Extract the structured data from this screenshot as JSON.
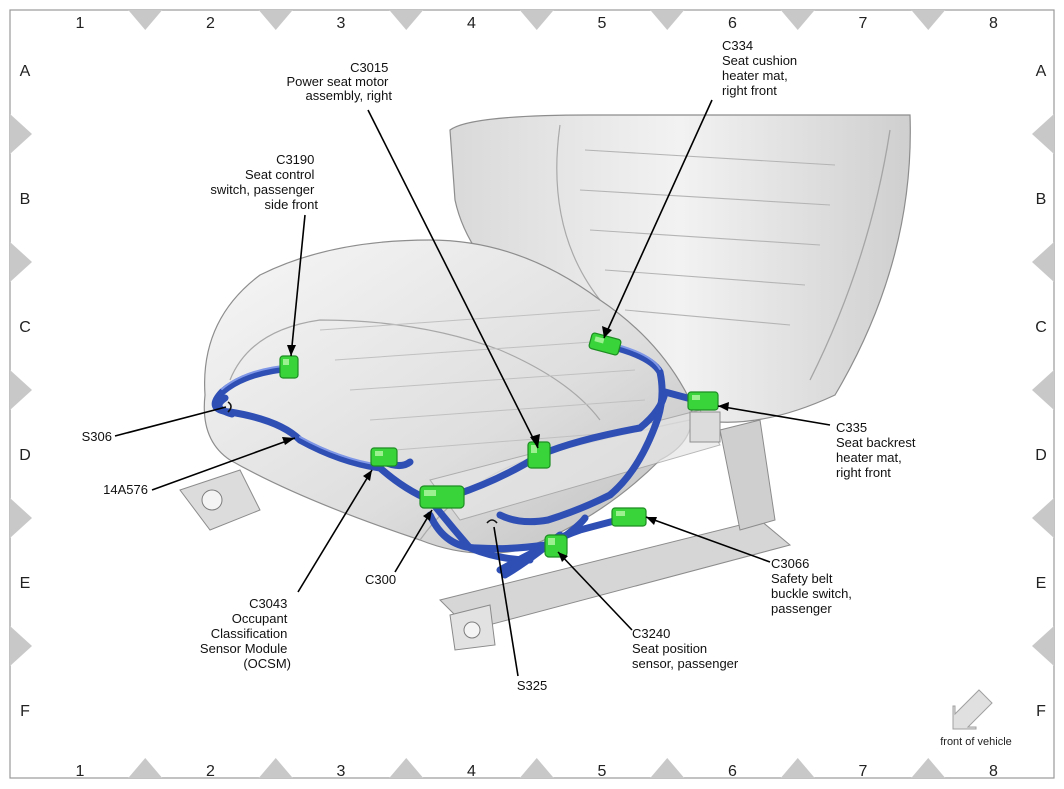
{
  "grid": {
    "columns": [
      "1",
      "2",
      "3",
      "4",
      "5",
      "6",
      "7",
      "8"
    ],
    "rows": [
      "A",
      "B",
      "C",
      "D",
      "E",
      "F"
    ]
  },
  "callouts": {
    "c3015": [
      "C3015",
      "Power seat motor",
      "assembly, right"
    ],
    "c334": [
      "C334",
      "Seat cushion",
      "heater mat,",
      "right front"
    ],
    "c3190": [
      "C3190",
      "Seat control",
      "switch, passenger",
      "side front"
    ],
    "c335": [
      "C335",
      "Seat backrest",
      "heater mat,",
      "right front"
    ],
    "s306": [
      "S306"
    ],
    "14a576": [
      "14A576"
    ],
    "c3066": [
      "C3066",
      "Safety belt",
      "buckle switch,",
      "passenger"
    ],
    "c300": [
      "C300"
    ],
    "c3043": [
      "C3043",
      "Occupant",
      "Classification",
      "Sensor Module",
      "(OCSM)"
    ],
    "c3240": [
      "C3240",
      "Seat position",
      "sensor, passenger"
    ],
    "s325": [
      "S325"
    ]
  },
  "front_indicator": {
    "label": "front of vehicle",
    "icon": "arrow-down-left-icon"
  },
  "colors": {
    "harness": "#2f4fb5",
    "connector": "#39d43a",
    "seat": "#e4e4e4",
    "border_marker": "#c8c8c8"
  }
}
